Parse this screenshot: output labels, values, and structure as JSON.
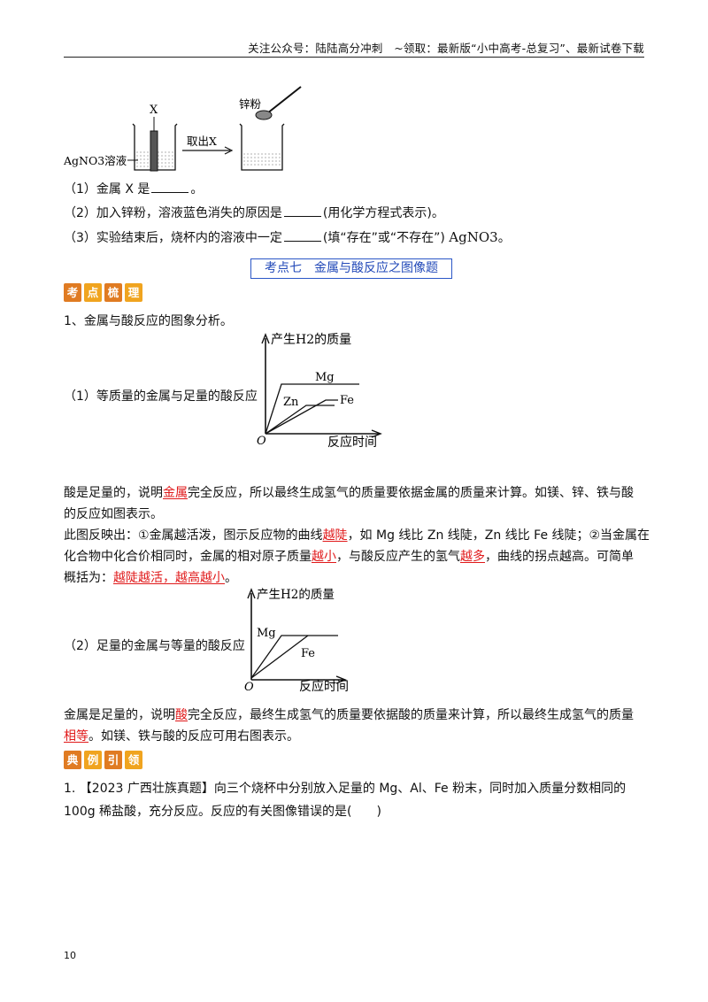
{
  "header": {
    "text": "关注公众号：陆陆高分冲刺　~领取：最新版“小中高考-总复习”、最新试卷下载"
  },
  "apparatus": {
    "label_x": "X",
    "label_zinc": "锌粉",
    "label_solution": "AgNO3溶液",
    "arrow_label": "取出X"
  },
  "questions": [
    {
      "pre": "（1）金属 X 是",
      "post": "。"
    },
    {
      "pre": "（2）加入锌粉，溶液蓝色消失的原因是",
      "post": "(用化学方程式表示)。"
    },
    {
      "pre": "（3）实验结束后，烧杯内的溶液中一定",
      "post": "(填“存在”或“不存在”)",
      "formula": "AgNO3",
      "end": "。"
    }
  ],
  "section_title": "考点七　金属与酸反应之图像题",
  "badge1": [
    "考",
    "点",
    "梳",
    "理"
  ],
  "intro": "1、金属与酸反应的图象分析。",
  "graph1": {
    "caption": "（1）等质量的金属与足量的酸反应",
    "ylabel": "产生H2的质量",
    "xlabel": "反应时间",
    "origin": "O",
    "series": [
      "Mg",
      "Zn",
      "Fe"
    ]
  },
  "para1": {
    "l1a": "酸是足量的，说明",
    "l1r": "金属",
    "l1b": "完全反应，所以最终生成氢气的质量要依据金属的质量来计算。如镁、锌、铁与酸",
    "l2": "的反应如图表示。",
    "l3a": "此图反映出：①金属越活泼，图示反应物的曲线",
    "l3r": "越陡",
    "l3b": "，如 Mg 线比 Zn 线陡，Zn 线比 Fe 线陡；②当金属在",
    "l4a": "化合物中化合价相同时，金属的相对原子质量",
    "l4r1": "越小",
    "l4b": "，与酸反应产生的氢气",
    "l4r2": "越多",
    "l4c": "，曲线的拐点越高。可简单",
    "l5a": "概括为：",
    "l5r": "越陡越活，越高越小",
    "l5b": "。"
  },
  "graph2": {
    "caption": "（2）足量的金属与等量的酸反应",
    "ylabel": "产生H2的质量",
    "xlabel": "反应时间",
    "origin": "O",
    "series": [
      "Mg",
      "Fe"
    ]
  },
  "para2": {
    "l1a": "金属是足量的，说明",
    "l1r": "酸",
    "l1b": "完全反应，最终生成氢气的质量要依据酸的质量来计算，所以最终生成氢气的质量",
    "l2r": "相等",
    "l2b": "。如镁、铁与酸的反应可用右图表示。"
  },
  "badge2": [
    "典",
    "例",
    "引",
    "领"
  ],
  "example": {
    "l1": "1. 【2023 广西壮族真题】向三个烧杯中分别放入足量的 Mg、Al、Fe 粉末，同时加入质量分数相同的",
    "l2": "100g 稀盐酸，充分反应。反应的有关图像错误的是(　　)"
  },
  "page_number": "10"
}
